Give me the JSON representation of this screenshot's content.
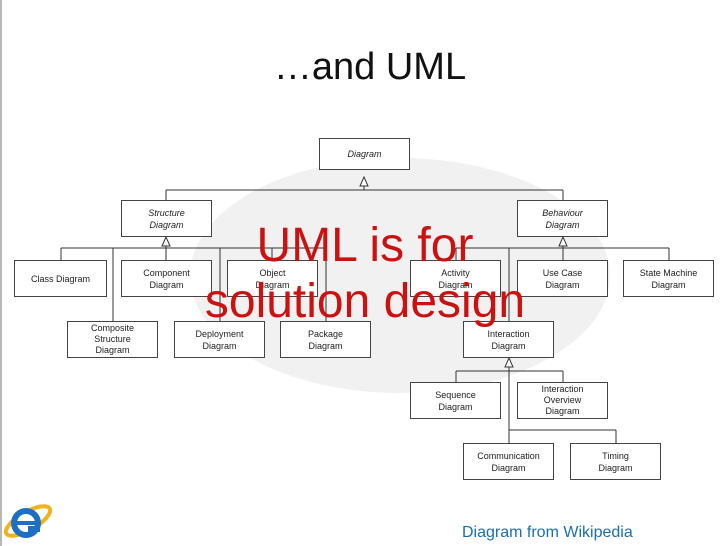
{
  "title": "…and UML",
  "overlay": {
    "line1": "UML is for",
    "line2": "solution design"
  },
  "caption": "Diagram from Wikipedia",
  "colors": {
    "overlay": "#cc1111",
    "caption": "#1a6fb0",
    "background_ellipse": "#f1f1f1"
  },
  "icon": "internet-explorer-logo",
  "nodes": {
    "diagram": {
      "l1": "Diagram"
    },
    "structure": {
      "l1": "Structure",
      "l2": "Diagram"
    },
    "behaviour": {
      "l1": "Behaviour",
      "l2": "Diagram"
    },
    "class": {
      "l1": "Class Diagram"
    },
    "component": {
      "l1": "Component",
      "l2": "Diagram"
    },
    "object": {
      "l1": "Object",
      "l2": "Diagram"
    },
    "activity": {
      "l1": "Activity",
      "l2": "Diagram"
    },
    "usecase": {
      "l1": "Use Case",
      "l2": "Diagram"
    },
    "statemachine": {
      "l1": "State Machine",
      "l2": "Diagram"
    },
    "composite": {
      "l1": "Composite",
      "l2": "Structure",
      "l3": "Diagram"
    },
    "deployment": {
      "l1": "Deployment",
      "l2": "Diagram"
    },
    "package": {
      "l1": "Package",
      "l2": "Diagram"
    },
    "interaction": {
      "l1": "Interaction",
      "l2": "Diagram"
    },
    "sequence": {
      "l1": "Sequence",
      "l2": "Diagram"
    },
    "interactionoverview": {
      "l1": "Interaction",
      "l2": "Overview",
      "l3": "Diagram"
    },
    "communication": {
      "l1": "Communication",
      "l2": "Diagram"
    },
    "timing": {
      "l1": "Timing",
      "l2": "Diagram"
    }
  }
}
